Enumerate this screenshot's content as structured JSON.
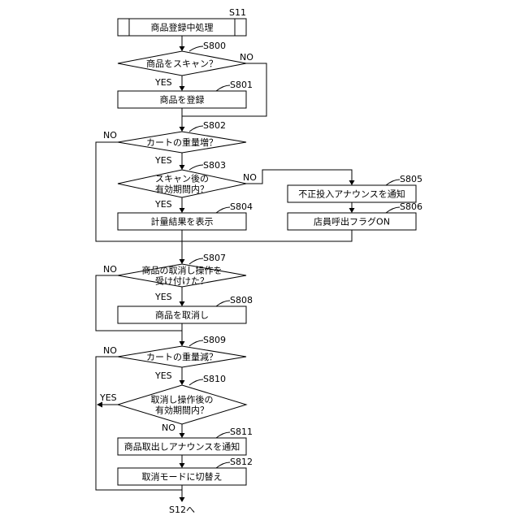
{
  "steps": {
    "s11": {
      "id": "S11",
      "label": "商品登録中処理"
    },
    "s800": {
      "id": "S800",
      "label": "商品をスキャン？"
    },
    "s801": {
      "id": "S801",
      "label": "商品を登録"
    },
    "s802": {
      "id": "S802",
      "label": "カートの重量増？"
    },
    "s803": {
      "id": "S803",
      "label1": "スキャン後の",
      "label2": "有効期間内？"
    },
    "s804": {
      "id": "S804",
      "label": "計量結果を表示"
    },
    "s805": {
      "id": "S805",
      "label": "不正投入アナウンスを通知"
    },
    "s806": {
      "id": "S806",
      "label": "店員呼出フラグON"
    },
    "s807": {
      "id": "S807",
      "label1": "商品の取消し操作を",
      "label2": "受け付けた？"
    },
    "s808": {
      "id": "S808",
      "label": "商品を取消し"
    },
    "s809": {
      "id": "S809",
      "label": "カートの重量減？"
    },
    "s810": {
      "id": "S810",
      "label1": "取消し操作後の",
      "label2": "有効期間内？"
    },
    "s811": {
      "id": "S811",
      "label": "商品取出しアナウンスを通知"
    },
    "s812": {
      "id": "S812",
      "label": "取消モードに切替え"
    }
  },
  "branches": {
    "yes": "YES",
    "no": "NO"
  },
  "end_label": "S12へ"
}
